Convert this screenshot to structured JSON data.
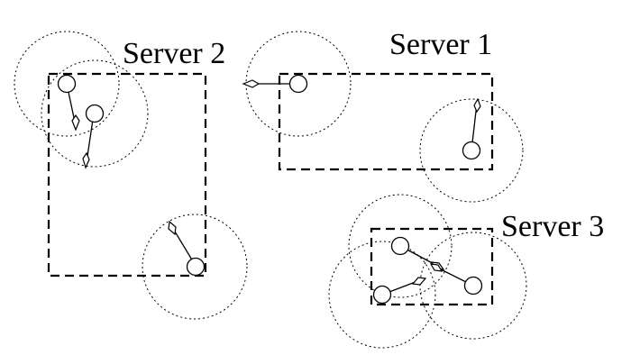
{
  "servers": [
    {
      "id": "server-1",
      "label": "Server 1"
    },
    {
      "id": "server-2",
      "label": "Server 2"
    },
    {
      "id": "server-3",
      "label": "Server 3"
    }
  ]
}
